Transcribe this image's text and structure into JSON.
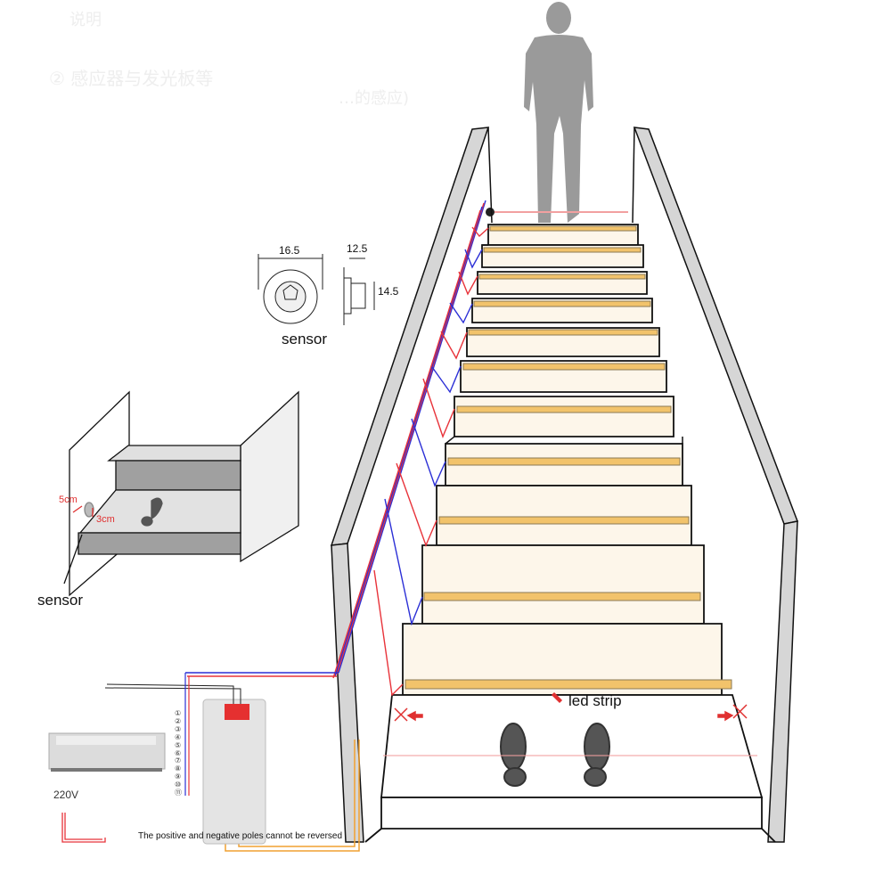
{
  "title_faint": {
    "line1": "说明",
    "line2": "② 感应器与发光板等",
    "line3": "…的感应)"
  },
  "sensor_spec": {
    "front_width": "16.5",
    "side_depth": "12.5",
    "side_height": "14.5",
    "label": "sensor"
  },
  "mount_detail": {
    "offset_side": "5cm",
    "offset_height": "3cm",
    "label": "sensor"
  },
  "staircase": {
    "steps": 12,
    "led_strip_label": "led strip"
  },
  "power_supply": {
    "voltage_label": "220V"
  },
  "controller": {
    "channels": [
      "①",
      "②",
      "③",
      "④",
      "⑤",
      "⑥",
      "⑦",
      "⑧",
      "⑨",
      "⑩",
      "⑪"
    ]
  },
  "warning": "The positive and negative poles cannot be reversed",
  "colors": {
    "wire_red": "#e8333a",
    "wire_blue": "#2b2fd6",
    "wire_orange": "#f0a030",
    "led": "#f2c36b",
    "rail": "#d6d6d6",
    "dimension_red": "#e03030",
    "silhouette": "#9a9a9a"
  }
}
